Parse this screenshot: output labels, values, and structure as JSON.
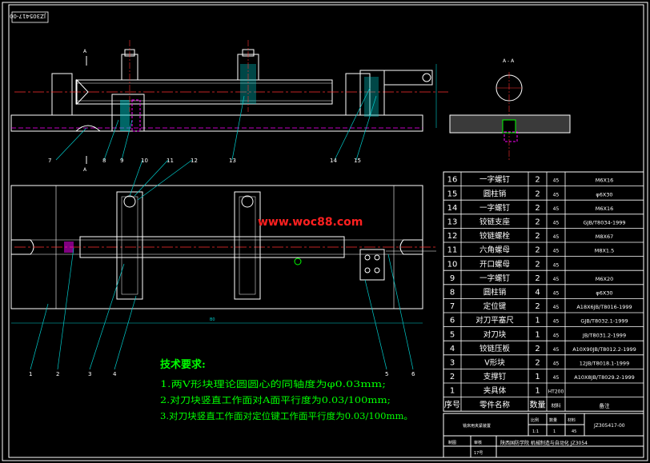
{
  "drawing_code_rotated": "JZ305417-00",
  "drawing_code": "JZ305417-00",
  "section_label": "A - A",
  "section_mark": "A",
  "watermark": "www.woc88.com",
  "dimension_label": "B0",
  "requirements": {
    "title": "技术要求:",
    "items": [
      "1.两V形块理论圆圆心的同轴度为φ0.03mm;",
      "2.对刀块竖直工作面对A面平行度为0.03/100mm;",
      "3.对刀块竖直工作面对定位键工作面平行度为0.03/100mm。"
    ]
  },
  "balloons_top": [
    "7",
    "8",
    "9",
    "10",
    "11",
    "12",
    "13",
    "14",
    "15"
  ],
  "balloons_bottom": [
    "1",
    "2",
    "3",
    "4",
    "5",
    "6"
  ],
  "bom": {
    "rows": [
      {
        "no": "16",
        "name": "一字螺钉",
        "qty": "2",
        "mat": "45",
        "note": "M6X16"
      },
      {
        "no": "15",
        "name": "圆柱销",
        "qty": "2",
        "mat": "45",
        "note": "φ6X30"
      },
      {
        "no": "14",
        "name": "一字螺钉",
        "qty": "2",
        "mat": "45",
        "note": "M6X16"
      },
      {
        "no": "13",
        "name": "铰链支座",
        "qty": "2",
        "mat": "45",
        "note": "GJB/T8034-1999"
      },
      {
        "no": "12",
        "name": "铰链螺栓",
        "qty": "2",
        "mat": "45",
        "note": "M8X67"
      },
      {
        "no": "11",
        "name": "六角螺母",
        "qty": "2",
        "mat": "45",
        "note": "M8X1.5"
      },
      {
        "no": "10",
        "name": "开口螺母",
        "qty": "2",
        "mat": "45",
        "note": ""
      },
      {
        "no": "9",
        "name": "一字螺钉",
        "qty": "2",
        "mat": "45",
        "note": "M6X20"
      },
      {
        "no": "8",
        "name": "圆柱销",
        "qty": "4",
        "mat": "45",
        "note": "φ6X30"
      },
      {
        "no": "7",
        "name": "定位键",
        "qty": "2",
        "mat": "45",
        "note": "A18X6JB/T8016-1999"
      },
      {
        "no": "6",
        "name": "对刀平塞尺",
        "qty": "1",
        "mat": "45",
        "note": "GJB/T8032.1-1999"
      },
      {
        "no": "5",
        "name": "对刀块",
        "qty": "1",
        "mat": "45",
        "note": "JB/T8031.2-1999"
      },
      {
        "no": "4",
        "name": "铰链压板",
        "qty": "2",
        "mat": "45",
        "note": "A10X90JB/T8012.2-1999"
      },
      {
        "no": "3",
        "name": "V形块",
        "qty": "2",
        "mat": "45",
        "note": "12JB/T8018.1-1999"
      },
      {
        "no": "2",
        "name": "支撑钉",
        "qty": "1",
        "mat": "45",
        "note": "A10X8JB/T8029.2-1999"
      },
      {
        "no": "1",
        "name": "夹具体",
        "qty": "1",
        "mat": "HT200",
        "note": ""
      }
    ],
    "header": {
      "no": "序号",
      "name": "零件名称",
      "qty": "数量",
      "mat": "材料",
      "note": "备注"
    }
  },
  "title_block": {
    "drawing_name": "铣床用夹紧装置",
    "scale_label": "比例",
    "count_label": "数量",
    "material_label": "材料",
    "scale": "1:1",
    "count": "1",
    "material": "45",
    "drawn_by_label": "制图",
    "checked_by_label": "审核",
    "checked_by": "17号",
    "org": "陕西国防学院  机械制造与自动化  JZ3054",
    "code": "JZ305417-00"
  }
}
